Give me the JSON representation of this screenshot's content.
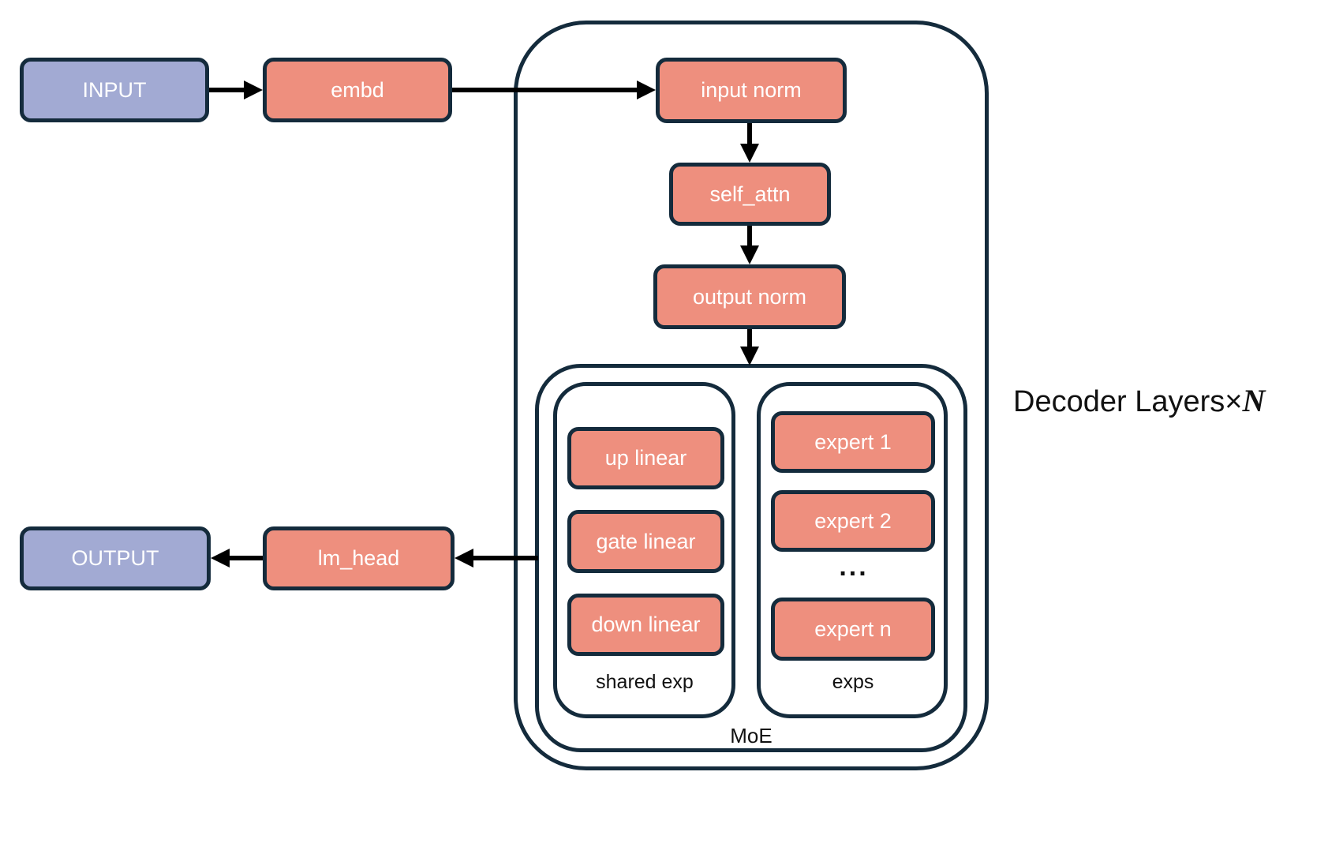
{
  "colors": {
    "node_fill_salmon": "#EE8F7E",
    "node_fill_purple": "#A2AAD3",
    "outline_navy": "#142B3C",
    "label_text": "#111111",
    "arrow_black": "#000000"
  },
  "nodes": {
    "input": {
      "label": "INPUT"
    },
    "embd": {
      "label": "embd"
    },
    "input_norm": {
      "label": "input norm"
    },
    "self_attn": {
      "label": "self_attn"
    },
    "output_norm": {
      "label": "output norm"
    },
    "up_linear": {
      "label": "up linear"
    },
    "gate_linear": {
      "label": "gate linear"
    },
    "down_linear": {
      "label": "down linear"
    },
    "expert_1": {
      "label": "expert 1"
    },
    "expert_2": {
      "label": "expert 2"
    },
    "expert_ellipsis": {
      "label": "..."
    },
    "expert_n": {
      "label": "expert n"
    },
    "lm_head": {
      "label": "lm_head"
    },
    "output": {
      "label": "OUTPUT"
    }
  },
  "containers": {
    "decoder": {
      "label": "Decoder Layers",
      "times": "×",
      "n": "N"
    },
    "moe": {
      "label": "MoE"
    },
    "shared_exp": {
      "label": "shared exp"
    },
    "exps": {
      "label": "exps"
    }
  }
}
